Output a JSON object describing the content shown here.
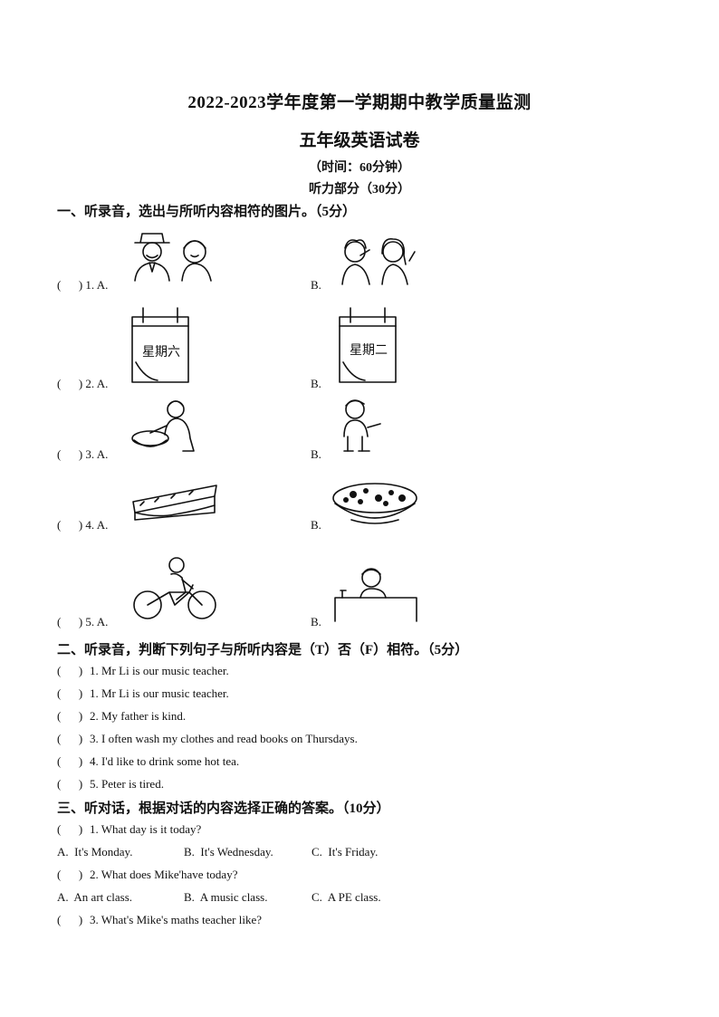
{
  "header": {
    "title": "2022-2023学年度第一学期期中教学质量监测",
    "subtitle": "五年级英语试卷",
    "time": "（时间：60分钟）",
    "part": "听力部分（30分）"
  },
  "section1": {
    "heading": "一、听录音，选出与所听内容相符的图片。（5分）",
    "items": [
      {
        "num": "(      ) 1. A.",
        "b": "B."
      },
      {
        "num": "(      ) 2. A.",
        "b": "B.",
        "calendar_a": "星期六",
        "calendar_b": "星期二"
      },
      {
        "num": "(      ) 3. A.",
        "b": "B."
      },
      {
        "num": "(      ) 4. A.",
        "b": "B."
      },
      {
        "num": "(      ) 5. A.",
        "b": "B."
      }
    ]
  },
  "section2": {
    "heading": "二、听录音，判断下列句子与所听内容是（T）否（F）相符。（5分）",
    "items": [
      {
        "paren": "(      )",
        "text": "1. Mr Li is our music teacher."
      },
      {
        "paren": "(      )",
        "text": "1. Mr Li is our music teacher."
      },
      {
        "paren": "(      )",
        "text": "2. My father is kind."
      },
      {
        "paren": "(      )",
        "text": "3. I often wash my clothes and read books on Thursdays."
      },
      {
        "paren": "(      )",
        "text": "4. I'd like to drink some hot tea."
      },
      {
        "paren": "(      )",
        "text": "5. Peter is tired."
      }
    ]
  },
  "section3": {
    "heading": "三、听对话，根据对话的内容选择正确的答案。（10分）",
    "q1": {
      "paren": "(      )",
      "text": "1. What day is it today?",
      "a": "A.  It's Monday.",
      "b": "B.  It's Wednesday.",
      "c": "C.  It's Friday."
    },
    "q2": {
      "paren": "(      )",
      "text": "2. What does Mike'have today?",
      "a": "A.  An art class.",
      "b": "B.  A music class.",
      "c": "C.  A PE class."
    },
    "q3": {
      "paren": "(      )",
      "text": "3. What's Mike's maths teacher like?"
    }
  },
  "icons": [
    "old-man-and-woman-picture",
    "two-children-picture",
    "calendar-picture",
    "washing-clothes-picture",
    "boy-picture",
    "sandwich-picture",
    "salad-picture",
    "bicycle-picture",
    "boy-at-desk-picture"
  ]
}
